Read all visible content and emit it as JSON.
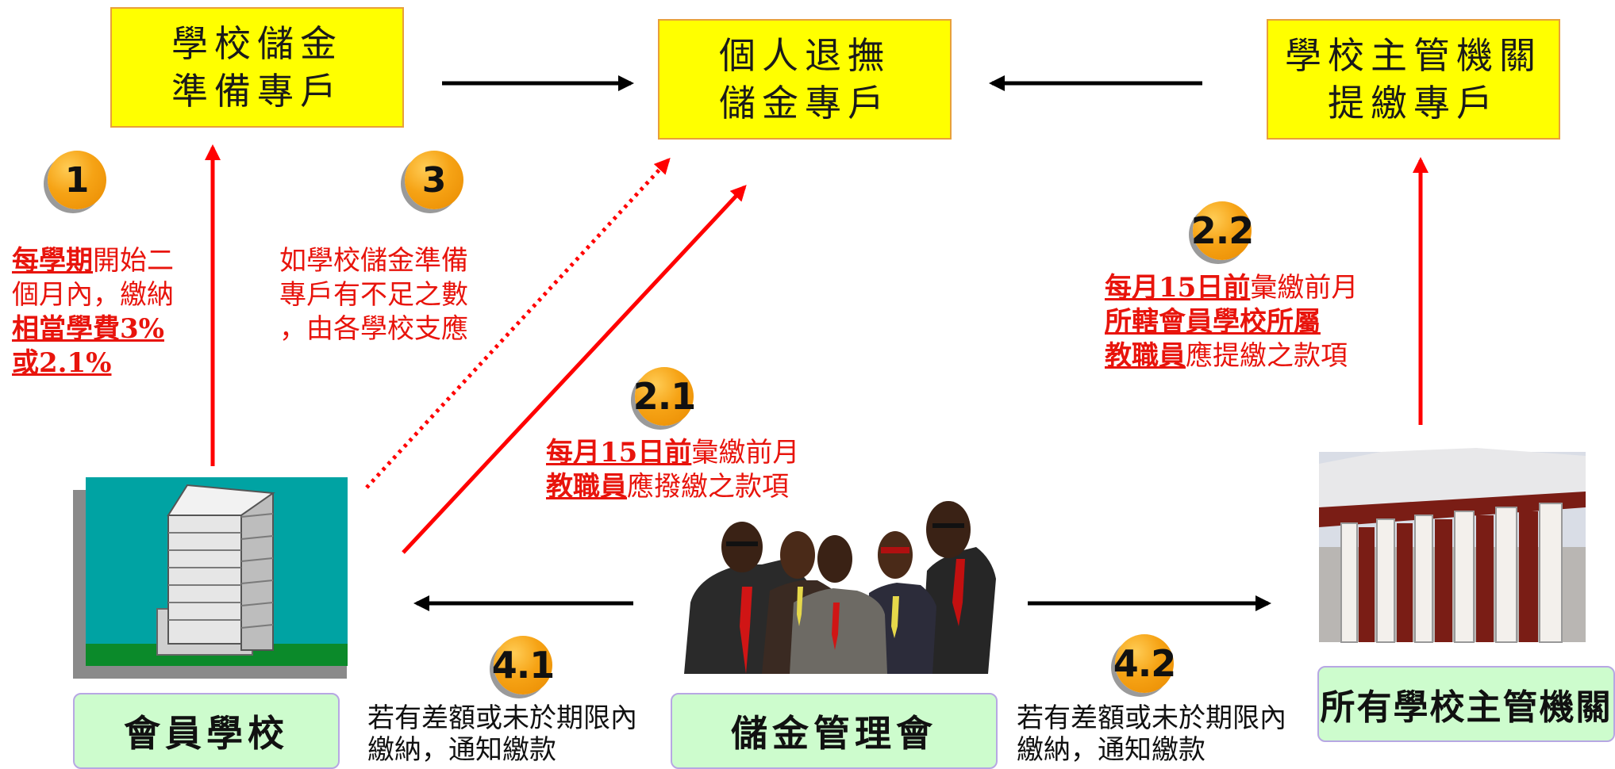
{
  "accounts": {
    "school_reserve": [
      "學校儲金",
      "準備專戶"
    ],
    "personal": [
      "個人退撫",
      "儲金專戶"
    ],
    "authority": [
      "學校主管機關",
      "提繳專戶"
    ]
  },
  "entities": {
    "member_school": "會員學校",
    "committee": "儲金管理會",
    "authorities": "所有學校主管機關"
  },
  "steps": {
    "s1": "1",
    "s3": "3",
    "s21": "2.1",
    "s22": "2.2",
    "s41": "4.1",
    "s42": "4.2"
  },
  "notes": {
    "n1": {
      "l1_em": "每學期",
      "l1_rest": "開始二",
      "l2": "個月內，繳納",
      "l3_em": "相當學費3%",
      "l4_em": "或2.1%"
    },
    "n3": {
      "l1": "如學校儲金準備",
      "l2": "專戶有不足之數",
      "l3": "，由各學校支應"
    },
    "n21": {
      "l1_em": "每月15日前",
      "l1_rest": "彙繳前月",
      "l2_em": "教職員",
      "l2_rest": "應撥繳之款項"
    },
    "n22": {
      "l1_em": "每月15日前",
      "l1_rest": "彙繳前月",
      "l2_em": "所轄會員學校所屬",
      "l3_em": "教職員",
      "l3_rest": "應提繳之款項"
    },
    "n41": {
      "l1": "若有差額或未於期限內",
      "l2": "繳納，通知繳款"
    },
    "n42": {
      "l1": "若有差額或未於期限內",
      "l2": "繳納，通知繳款"
    }
  },
  "colors": {
    "account_fill": "#ffff00",
    "entity_fill": "#cdfccd",
    "badge": "#f6a315",
    "red_arrow": "#ff0000",
    "note_red": "#e8140c"
  }
}
